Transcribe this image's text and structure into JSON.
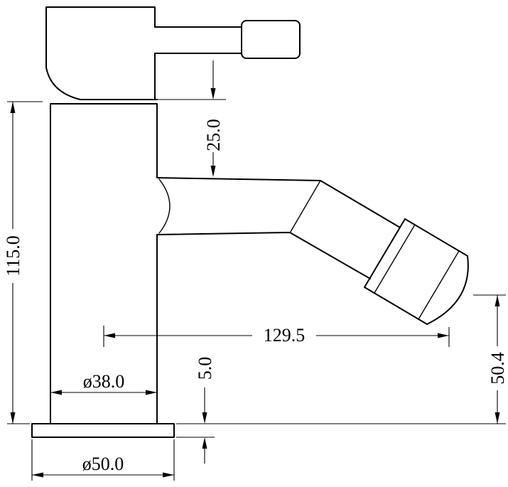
{
  "colors": {
    "line": "#000000",
    "background": "#ffffff"
  },
  "dimensions": {
    "overall_height": "115.0",
    "spout_top_offset": "25.0",
    "reach": "129.5",
    "outlet_height": "50.4",
    "base_thickness": "5.0",
    "body_diameter": "ø38.0",
    "base_diameter": "ø50.0"
  }
}
